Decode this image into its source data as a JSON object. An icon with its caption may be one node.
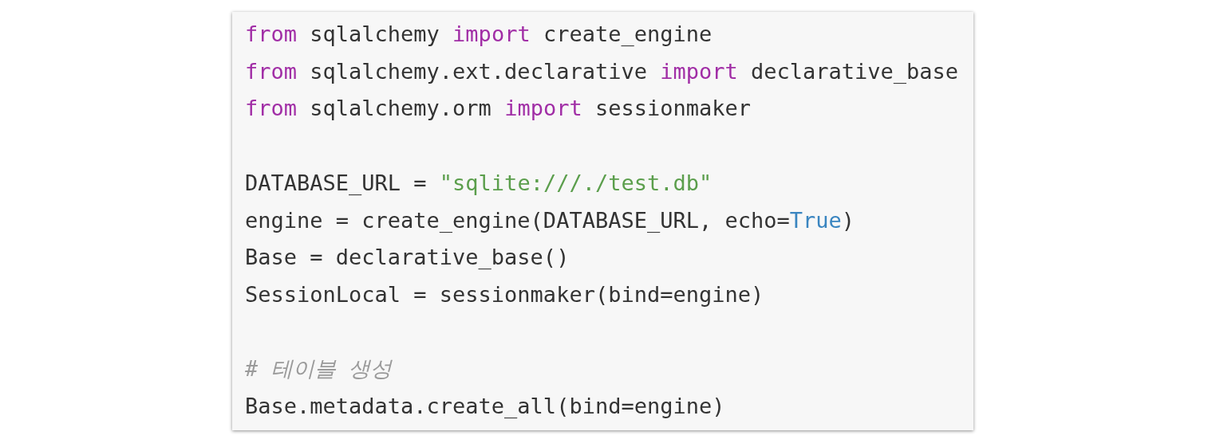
{
  "diagram": {
    "labels": [
      "from sqlalchemy import create_engine",
      "from sqlalchemy.ext.declarative import declarative_base",
      "from sqlalchemy.orm import sessionmaker",
      "DATABASE_URL = \"sqlite:///./test.db\"",
      "engine = create_engine(DATABASE_URL, echo=True)",
      "Base = declarative_base()",
      "SessionLocal = sessionmaker(bind=engine)",
      "# 테이블 생성",
      "Base.metadata.create_all(bind=engine)"
    ]
  }
}
